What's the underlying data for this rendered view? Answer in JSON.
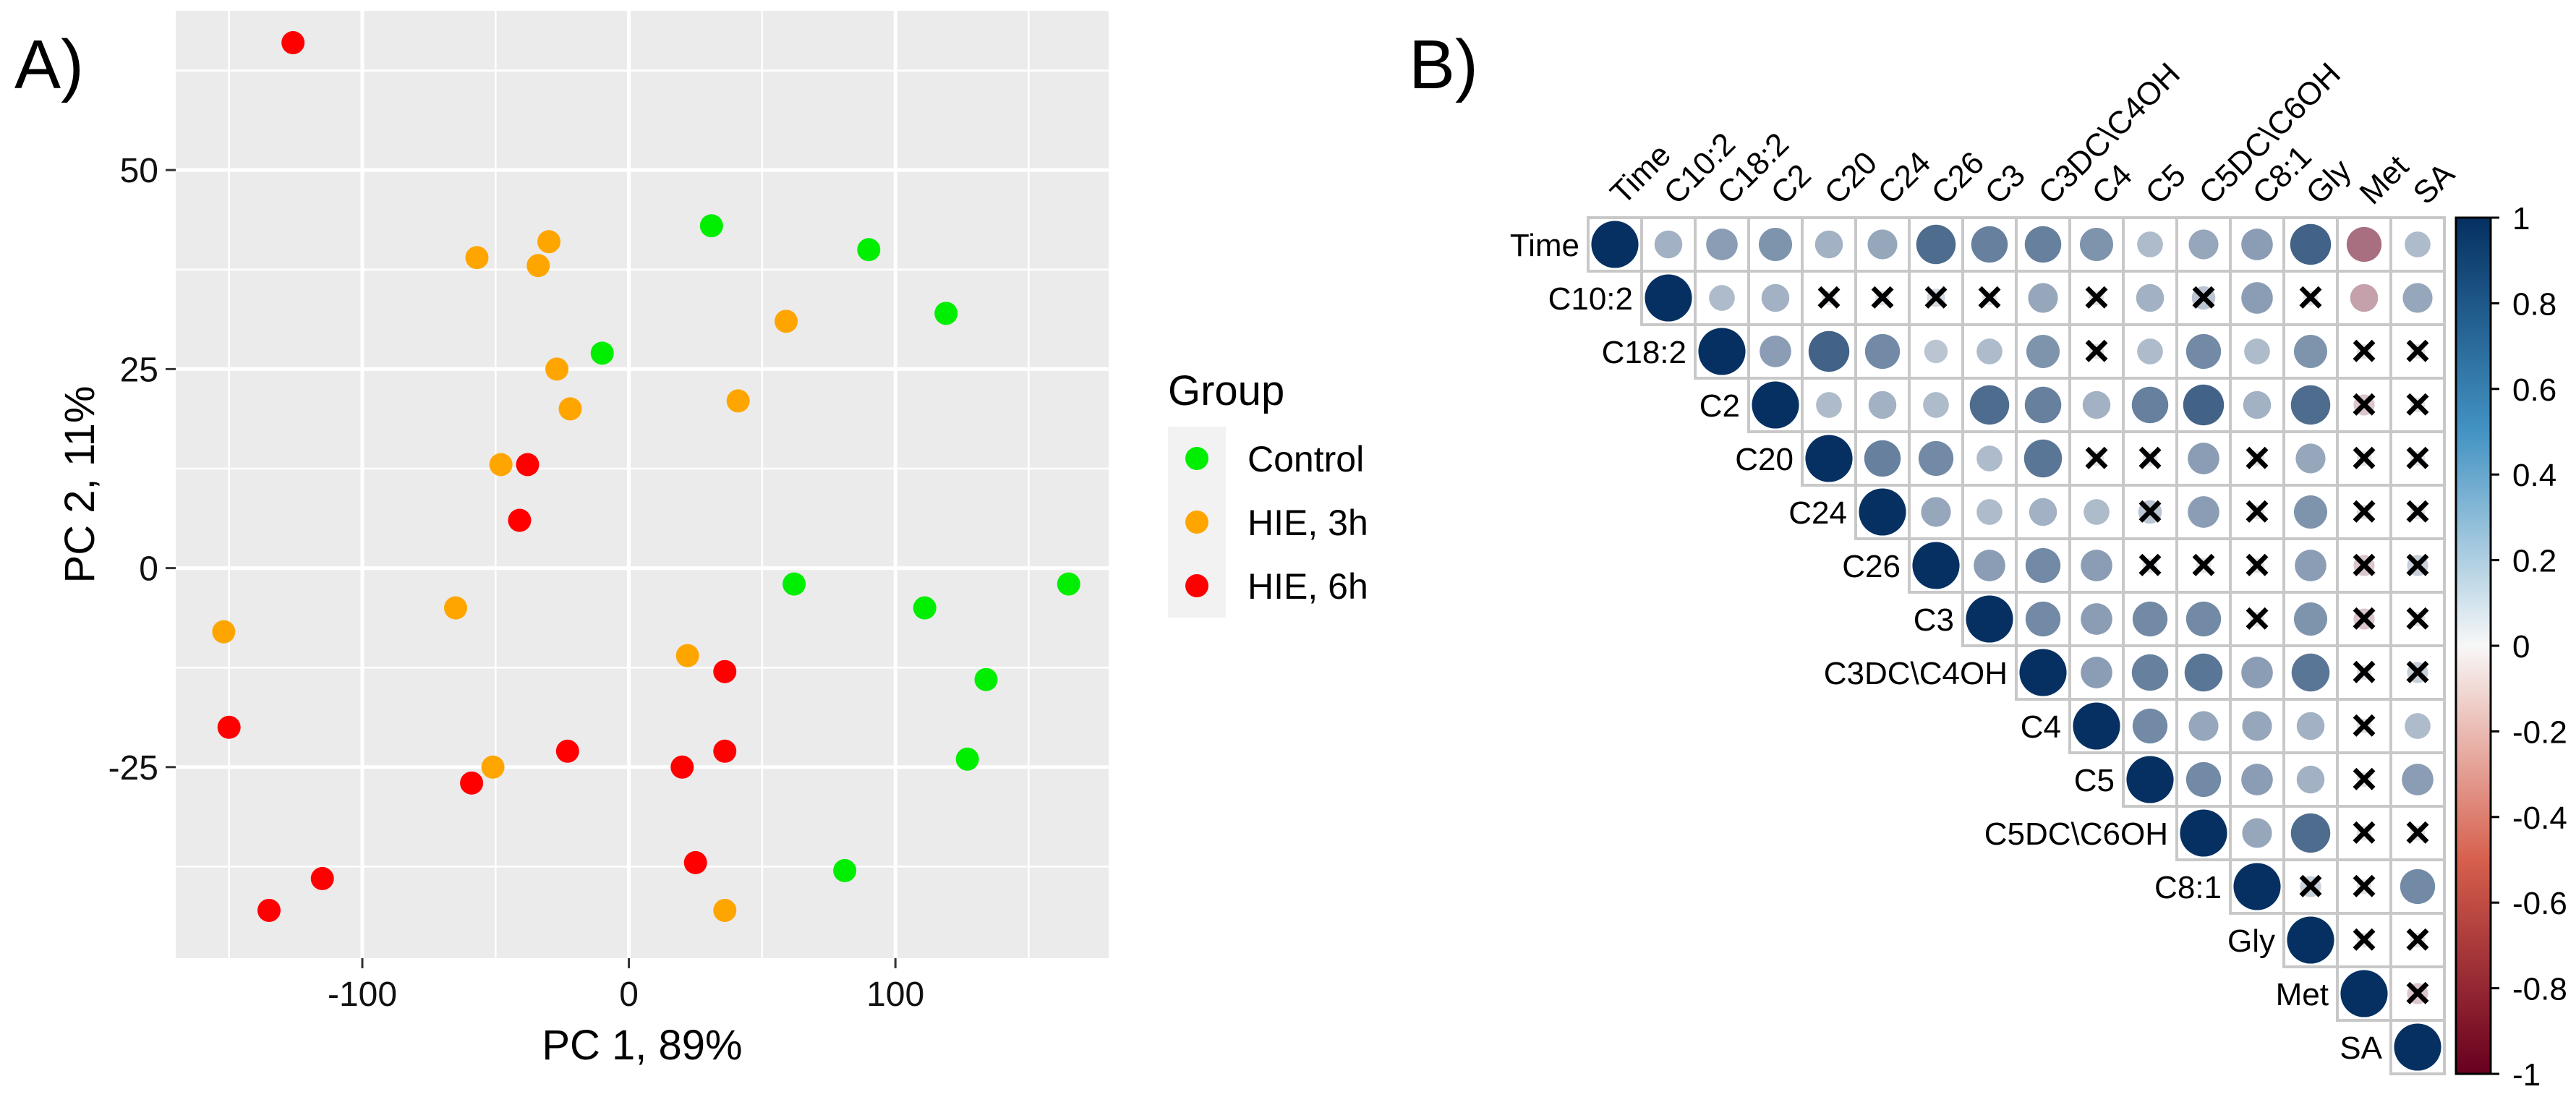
{
  "panel_a": {
    "label": "A)"
  },
  "panel_b": {
    "label": "B)"
  },
  "chart_data": [
    {
      "type": "scatter",
      "xlabel": "PC 1, 89%",
      "ylabel": "PC 2, 11%",
      "xlim": [
        -170,
        180
      ],
      "ylim": [
        -49,
        70
      ],
      "xticks": [
        -100,
        0,
        100
      ],
      "yticks": [
        -25,
        0,
        25,
        50
      ],
      "grid": true,
      "background": "#ebebeb",
      "legend": {
        "title": "Group",
        "position": "right"
      },
      "series": [
        {
          "name": "Control",
          "color": "#00ee00",
          "points": [
            [
              31,
              43
            ],
            [
              90,
              40
            ],
            [
              119,
              32
            ],
            [
              -10,
              27
            ],
            [
              62,
              -2
            ],
            [
              111,
              -5
            ],
            [
              165,
              -2
            ],
            [
              134,
              -14
            ],
            [
              127,
              -24
            ],
            [
              81,
              -38
            ]
          ]
        },
        {
          "name": "HIE, 3h",
          "color": "#ffa500",
          "points": [
            [
              -30,
              41
            ],
            [
              -57,
              39
            ],
            [
              -34,
              38
            ],
            [
              59,
              31
            ],
            [
              -27,
              25
            ],
            [
              -22,
              20
            ],
            [
              41,
              21
            ],
            [
              -48,
              13
            ],
            [
              -65,
              -5
            ],
            [
              -152,
              -8
            ],
            [
              22,
              -11
            ],
            [
              -51,
              -25
            ],
            [
              36,
              -43
            ]
          ]
        },
        {
          "name": "HIE, 6h",
          "color": "#ff0000",
          "points": [
            [
              -126,
              66
            ],
            [
              -38,
              13
            ],
            [
              -41,
              6
            ],
            [
              -150,
              -20
            ],
            [
              36,
              -13
            ],
            [
              36,
              -23
            ],
            [
              -23,
              -23
            ],
            [
              20,
              -25
            ],
            [
              -59,
              -27
            ],
            [
              25,
              -37
            ],
            [
              -115,
              -39
            ],
            [
              -135,
              -43
            ]
          ]
        }
      ]
    },
    {
      "type": "heatmap",
      "variables": [
        "Time",
        "C10:2",
        "C18:2",
        "C2",
        "C20",
        "C24",
        "C26",
        "C3",
        "C3DC\\C4OH",
        "C4",
        "C5",
        "C5DC\\C6OH",
        "C8:1",
        "Gly",
        "Met",
        "SA"
      ],
      "color_scale": {
        "min": -1,
        "max": 1,
        "low_color": "#67001f",
        "mid_color": "#f7f7f7",
        "high_color": "#053061"
      },
      "colorbar_ticks": [
        1,
        0.8,
        0.6,
        0.4,
        0.2,
        0,
        -0.2,
        -0.4,
        -0.6,
        -0.8,
        -1
      ],
      "insignificant_marker": "×",
      "rows": [
        {
          "row": "Time",
          "values": [
            1,
            0.35,
            0.45,
            0.5,
            0.35,
            0.4,
            0.7,
            0.6,
            0.6,
            0.5,
            0.3,
            0.4,
            0.45,
            0.75,
            -0.55,
            0.3
          ],
          "insignificant": []
        },
        {
          "row": "C10:2",
          "values": [
            1,
            0.3,
            0.35,
            0.1,
            0.1,
            0.15,
            0.1,
            0.4,
            0.1,
            0.35,
            0.25,
            0.45,
            0.1,
            -0.35,
            0.4
          ],
          "insignificant": [
            3,
            4,
            5,
            6,
            8,
            10,
            12
          ]
        },
        {
          "row": "C18:2",
          "values": [
            1,
            0.45,
            0.75,
            0.55,
            0.25,
            0.3,
            0.5,
            0.1,
            0.3,
            0.55,
            0.3,
            0.5,
            0.1,
            0.1
          ],
          "insignificant": [
            7,
            12,
            13
          ]
        },
        {
          "row": "C2",
          "values": [
            1,
            0.3,
            0.35,
            0.3,
            0.7,
            0.6,
            0.35,
            0.6,
            0.75,
            0.35,
            0.7,
            -0.2,
            0.1
          ],
          "insignificant": [
            11,
            12
          ]
        },
        {
          "row": "C20",
          "values": [
            1,
            0.6,
            0.55,
            0.3,
            0.65,
            0.1,
            0.1,
            0.45,
            0.1,
            0.4,
            0.1,
            0.1
          ],
          "insignificant": [
            5,
            6,
            8,
            10,
            11
          ]
        },
        {
          "row": "C24",
          "values": [
            1,
            0.4,
            0.3,
            0.35,
            0.3,
            0.25,
            0.45,
            0.1,
            0.5,
            0.1,
            0.1
          ],
          "insignificant": [
            5,
            7,
            9,
            10
          ]
        },
        {
          "row": "C26",
          "values": [
            1,
            0.45,
            0.55,
            0.45,
            0.1,
            0.1,
            0.1,
            0.45,
            -0.2,
            0.2
          ],
          "insignificant": [
            4,
            5,
            6,
            8,
            9
          ]
        },
        {
          "row": "C3",
          "values": [
            1,
            0.55,
            0.45,
            0.55,
            0.55,
            0.1,
            0.5,
            -0.2,
            0.1
          ],
          "insignificant": [
            5,
            7,
            8
          ]
        },
        {
          "row": "C3DC\\C4OH",
          "values": [
            1,
            0.45,
            0.6,
            0.65,
            0.45,
            0.65,
            0.1,
            0.2
          ],
          "insignificant": [
            6,
            7
          ]
        },
        {
          "row": "C4",
          "values": [
            1,
            0.55,
            0.4,
            0.4,
            0.35,
            0.1,
            0.3
          ],
          "insignificant": [
            5
          ]
        },
        {
          "row": "C5",
          "values": [
            1,
            0.55,
            0.45,
            0.35,
            0.1,
            0.45
          ],
          "insignificant": [
            4
          ]
        },
        {
          "row": "C5DC\\C6OH",
          "values": [
            1,
            0.4,
            0.7,
            0.1,
            0.1
          ],
          "insignificant": [
            3,
            4
          ]
        },
        {
          "row": "C8:1",
          "values": [
            1,
            0.2,
            0.1,
            0.55
          ],
          "insignificant": [
            1,
            2
          ]
        },
        {
          "row": "Gly",
          "values": [
            1,
            0.1,
            0.1
          ],
          "insignificant": [
            1,
            2
          ]
        },
        {
          "row": "Met",
          "values": [
            1,
            -0.2
          ],
          "insignificant": [
            1
          ]
        },
        {
          "row": "SA",
          "values": [
            1
          ],
          "insignificant": []
        }
      ]
    }
  ]
}
